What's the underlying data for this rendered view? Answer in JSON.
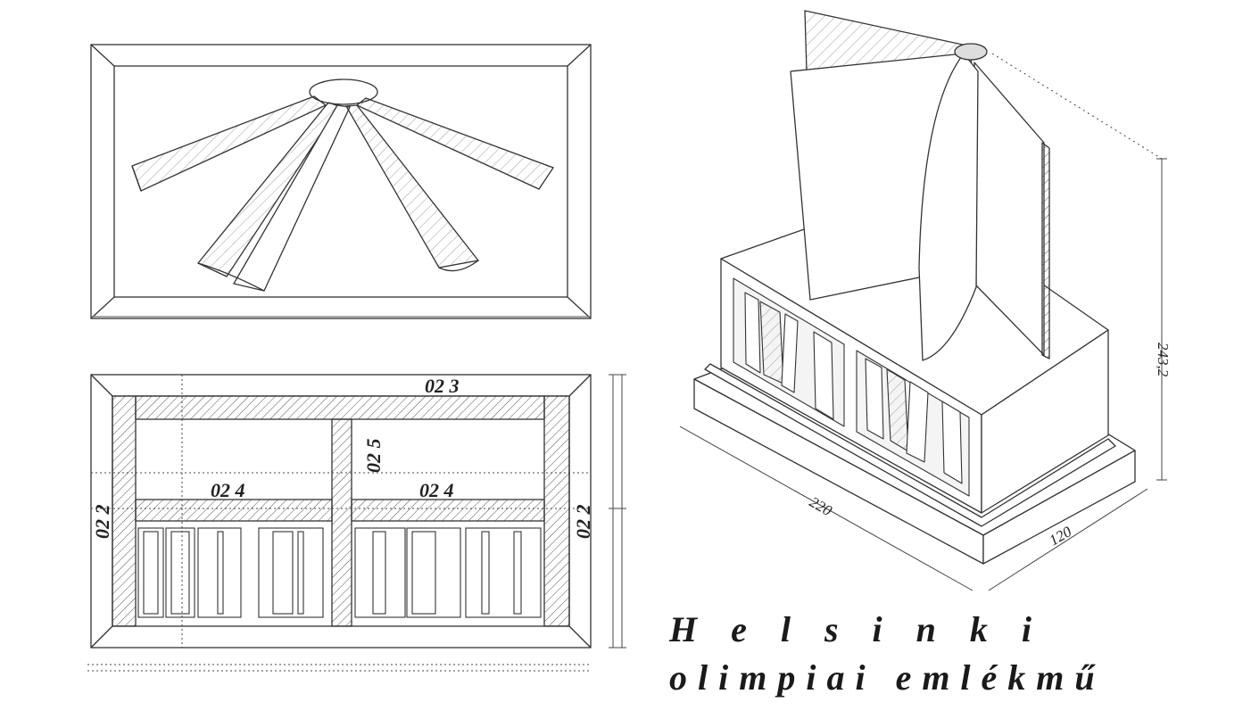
{
  "drawing": {
    "title_line1": "H   e   l   s   i   n   k   i",
    "title_line2": "o l i m p i a i   e m l é k m ű"
  },
  "plan": {
    "label_top": "02 3",
    "label_center": "02 5",
    "label_left_bar": "02 4",
    "label_right_bar": "02 4",
    "label_left_side": "02 2",
    "label_right_side": "02 2"
  },
  "isometric": {
    "dim_width": "220",
    "dim_depth": "120",
    "dim_height": "243,2"
  }
}
